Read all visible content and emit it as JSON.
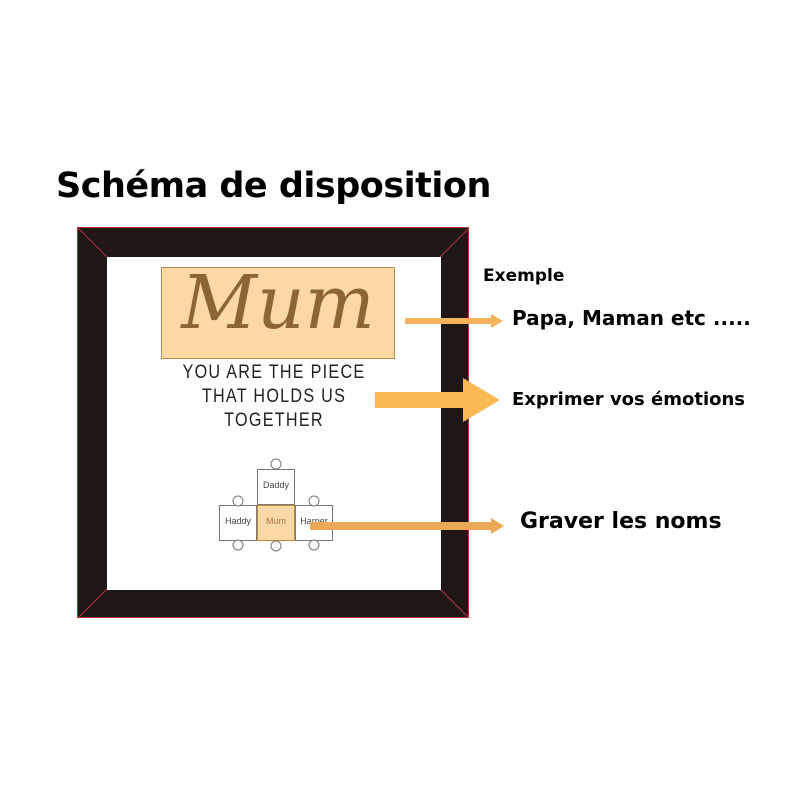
{
  "title": "Schéma de disposition",
  "frame": {
    "headline": "Mum",
    "quote_lines": [
      "YOU ARE THE PIECE",
      "THAT HOLDS US",
      "TOGETHER"
    ],
    "puzzle": {
      "top": "Daddy",
      "left": "Haddy",
      "center": "Mum",
      "right": "Harper"
    }
  },
  "annotations": {
    "example_heading": "Exemple",
    "names_example": "Papa, Maman etc .....",
    "emotions": "Exprimer vos émotions",
    "engrave": "Graver les noms"
  },
  "colors": {
    "arrow": "#f2b35a",
    "panel": "#fcd9a2",
    "frame": "#1f1714"
  }
}
